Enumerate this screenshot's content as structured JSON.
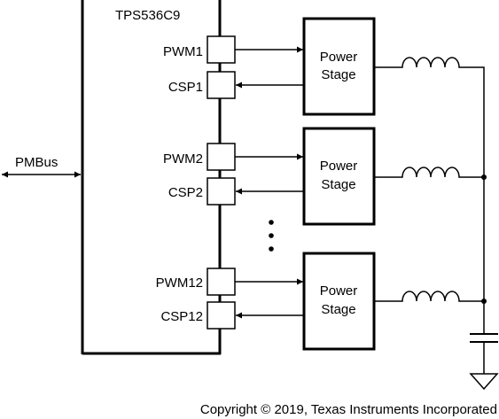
{
  "chip": {
    "name": "TPS536C9",
    "bus_label": "PMBus"
  },
  "channels": [
    {
      "pwm_label": "PWM1",
      "csp_label": "CSP1",
      "stage_line1": "Power",
      "stage_line2": "Stage"
    },
    {
      "pwm_label": "PWM2",
      "csp_label": "CSP2",
      "stage_line1": "Power",
      "stage_line2": "Stage"
    },
    {
      "pwm_label": "PWM12",
      "csp_label": "CSP12",
      "stage_line1": "Power",
      "stage_line2": "Stage"
    }
  ],
  "copyright": "Copyright © 2019, Texas Instruments Incorporated"
}
